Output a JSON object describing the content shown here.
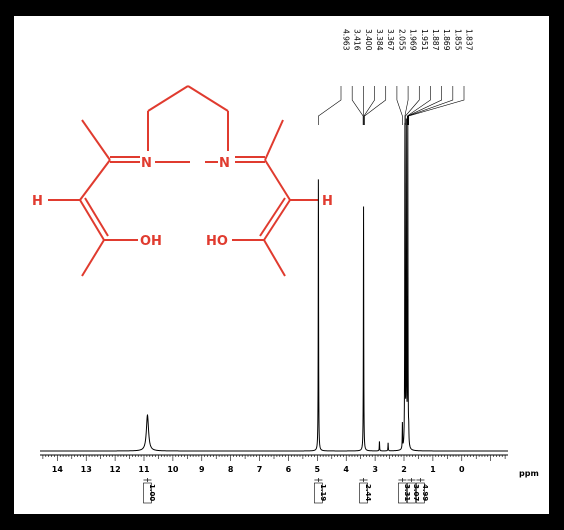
{
  "chart_data": {
    "type": "line",
    "xlabel": "ppm",
    "xlim": [
      14.6,
      -1.6
    ],
    "x_ticks": [
      "14",
      "13",
      "12",
      "11",
      "10",
      "9",
      "8",
      "7",
      "6",
      "5",
      "4",
      "3",
      "2",
      "1",
      "0"
    ],
    "peaks": [
      {
        "ppm": 10.88,
        "height": 0.11
      },
      {
        "ppm": 4.963,
        "height": 0.85
      },
      {
        "ppm": 3.4,
        "height": 0.75
      },
      {
        "ppm": 2.85,
        "height": 0.03
      },
      {
        "ppm": 2.55,
        "height": 0.025
      },
      {
        "ppm": 2.055,
        "height": 0.08
      },
      {
        "ppm": 1.969,
        "height": 1.0
      },
      {
        "ppm": 1.92,
        "height": 1.0
      },
      {
        "ppm": 1.869,
        "height": 1.0
      },
      {
        "ppm": 1.837,
        "height": 0.04
      }
    ],
    "peak_labels": [
      {
        "text": "4.963",
        "target_ppm": 4.963
      },
      {
        "text": "3.416",
        "target_ppm": 3.416
      },
      {
        "text": "3.400",
        "target_ppm": 3.4
      },
      {
        "text": "3.384",
        "target_ppm": 3.384
      },
      {
        "text": "3.367",
        "target_ppm": 3.367
      },
      {
        "text": "2.055",
        "target_ppm": 2.055
      },
      {
        "text": "1.969",
        "target_ppm": 1.969
      },
      {
        "text": "1.951",
        "target_ppm": 1.951
      },
      {
        "text": "1.887",
        "target_ppm": 1.887
      },
      {
        "text": "1.869",
        "target_ppm": 1.869
      },
      {
        "text": "1.855",
        "target_ppm": 1.855
      },
      {
        "text": "1.837",
        "target_ppm": 1.837
      }
    ],
    "integrals": [
      {
        "ppm": 10.88,
        "value": "1.00"
      },
      {
        "ppm": 4.963,
        "value": "1.19"
      },
      {
        "ppm": 3.4,
        "value": "2.44"
      },
      {
        "ppm": 2.055,
        "value": "3.31"
      },
      {
        "ppm": 1.969,
        "value": "3.07"
      },
      {
        "ppm": 1.869,
        "value": "4.99"
      }
    ]
  },
  "structure": {
    "atom_labels": [
      "N",
      "N",
      "H",
      "H",
      "OH",
      "HO"
    ],
    "color": "#e03b2f"
  },
  "colors": {
    "frame": "#000000",
    "panel": "#ffffff",
    "trace": "#000000"
  }
}
